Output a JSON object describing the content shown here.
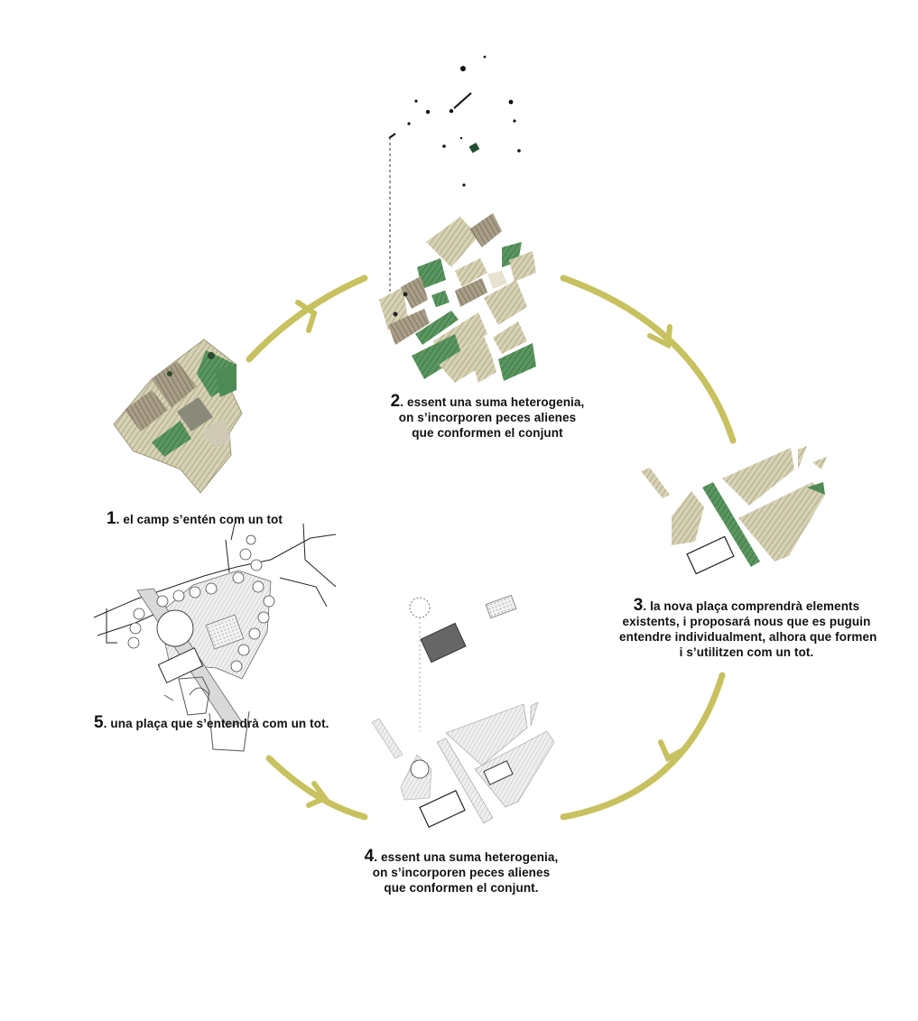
{
  "colors": {
    "arrow": "#c8c160",
    "field_light": "#cfc9a6",
    "field_mid": "#a8a58a",
    "field_green": "#4f8a55",
    "field_dark_green": "#2f6b3b",
    "field_brown": "#8a7f6a",
    "plan_grey": "#cfcfcf",
    "plan_dark": "#6a6a6a",
    "line": "#222222"
  },
  "steps": [
    {
      "number": "1",
      "lines": [
        ". el camp s’entén com un tot"
      ]
    },
    {
      "number": "2",
      "lines": [
        ". essent una suma heterogenia,",
        "on s’incorporen peces alienes",
        "que conformen el conjunt"
      ]
    },
    {
      "number": "3",
      "lines": [
        ". la nova plaça comprendrà elements",
        "existents, i proposará nous que es puguin",
        "entendre individualment, alhora que formen",
        "i s’utilitzen com un tot."
      ]
    },
    {
      "number": "4",
      "lines": [
        ". essent una suma heterogenia,",
        "on s’incorporen peces alienes",
        "que conformen el conjunt."
      ]
    },
    {
      "number": "5",
      "lines": [
        ". una plaça que s’entendrà com un tot."
      ]
    }
  ]
}
